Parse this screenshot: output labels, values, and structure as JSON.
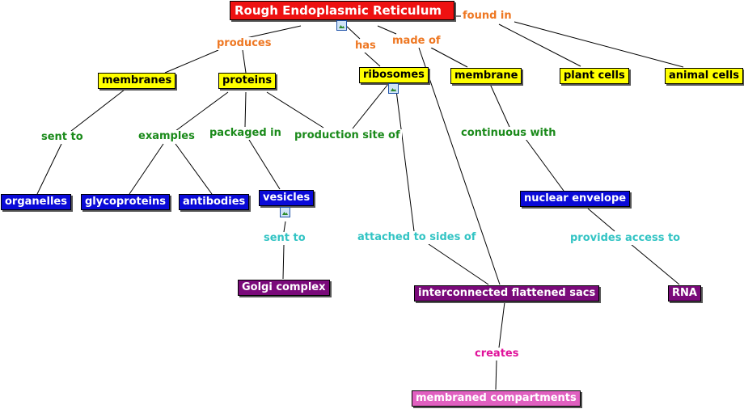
{
  "nodes": {
    "rer": "Rough Endoplasmic Reticulum",
    "membranes": "membranes",
    "proteins": "proteins",
    "ribosomes": "ribosomes",
    "membrane": "membrane",
    "plant_cells": "plant cells",
    "animal_cells": "animal cells",
    "organelles": "organelles",
    "glycoproteins": "glycoproteins",
    "antibodies": "antibodies",
    "vesicles": "vesicles",
    "nuclear_envelope": "nuclear envelope",
    "golgi": "Golgi complex",
    "sacs": "interconnected flattened sacs",
    "rna": "RNA",
    "compartments": "membraned compartments"
  },
  "links": {
    "produces": "produces",
    "has": "has",
    "made_of": "made of",
    "found_in": "found in",
    "sent_to_1": "sent to",
    "examples": "examples",
    "packaged_in": "packaged in",
    "production_site_of": "production site of",
    "continuous_with": "continuous with",
    "sent_to_2": "sent to",
    "attached_to_sides_of": "attached to sides of",
    "provides_access_to": "provides access to",
    "creates": "creates"
  },
  "colors": {
    "concept_main": "#ee1111",
    "concept_yellow": "#ffff00",
    "concept_blue": "#0a0ad8",
    "concept_purple": "#7a0a7a",
    "concept_pink": "#e060c0",
    "link_orange": "#ee7722",
    "link_green": "#1a8a1a",
    "link_cyan": "#33c4c4",
    "link_magenta": "#e0119a"
  },
  "icons": [
    "resource-image-icon"
  ]
}
